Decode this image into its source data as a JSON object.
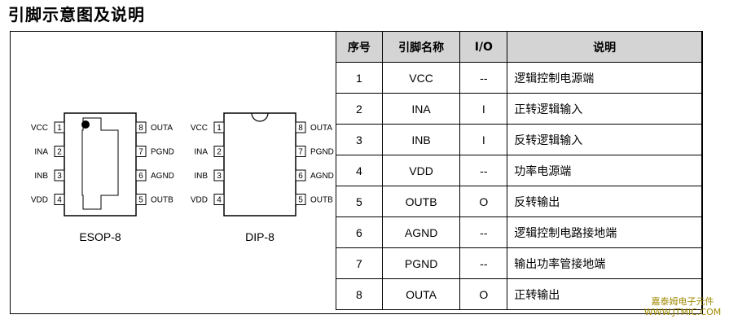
{
  "heading": "引脚示意图及说明",
  "diagram": {
    "left_pins": [
      {
        "name": "VCC",
        "num": "1"
      },
      {
        "name": "INA",
        "num": "2"
      },
      {
        "name": "INB",
        "num": "3"
      },
      {
        "name": "VDD",
        "num": "4"
      }
    ],
    "right_pins": [
      {
        "num": "8",
        "name": "OUTA"
      },
      {
        "num": "7",
        "name": "PGND"
      },
      {
        "num": "6",
        "name": "AGND"
      },
      {
        "num": "5",
        "name": "OUTB"
      }
    ],
    "packages": [
      "ESOP-8",
      "DIP-8"
    ]
  },
  "table": {
    "headers": [
      "序号",
      "引脚名称",
      "I/O",
      "说明"
    ],
    "rows": [
      [
        "1",
        "VCC",
        "--",
        "逻辑控制电源端"
      ],
      [
        "2",
        "INA",
        "I",
        "正转逻辑输入"
      ],
      [
        "3",
        "INB",
        "I",
        "反转逻辑输入"
      ],
      [
        "4",
        "VDD",
        "--",
        "功率电源端"
      ],
      [
        "5",
        "OUTB",
        "O",
        "反转输出"
      ],
      [
        "6",
        "AGND",
        "--",
        "逻辑控制电路接地端"
      ],
      [
        "7",
        "PGND",
        "--",
        "输出功率管接地端"
      ],
      [
        "8",
        "OUTA",
        "O",
        "正转输出"
      ]
    ]
  },
  "watermark": {
    "line1": "嘉泰姆电子元件",
    "line2": "WWW.JTMIC.COM"
  }
}
